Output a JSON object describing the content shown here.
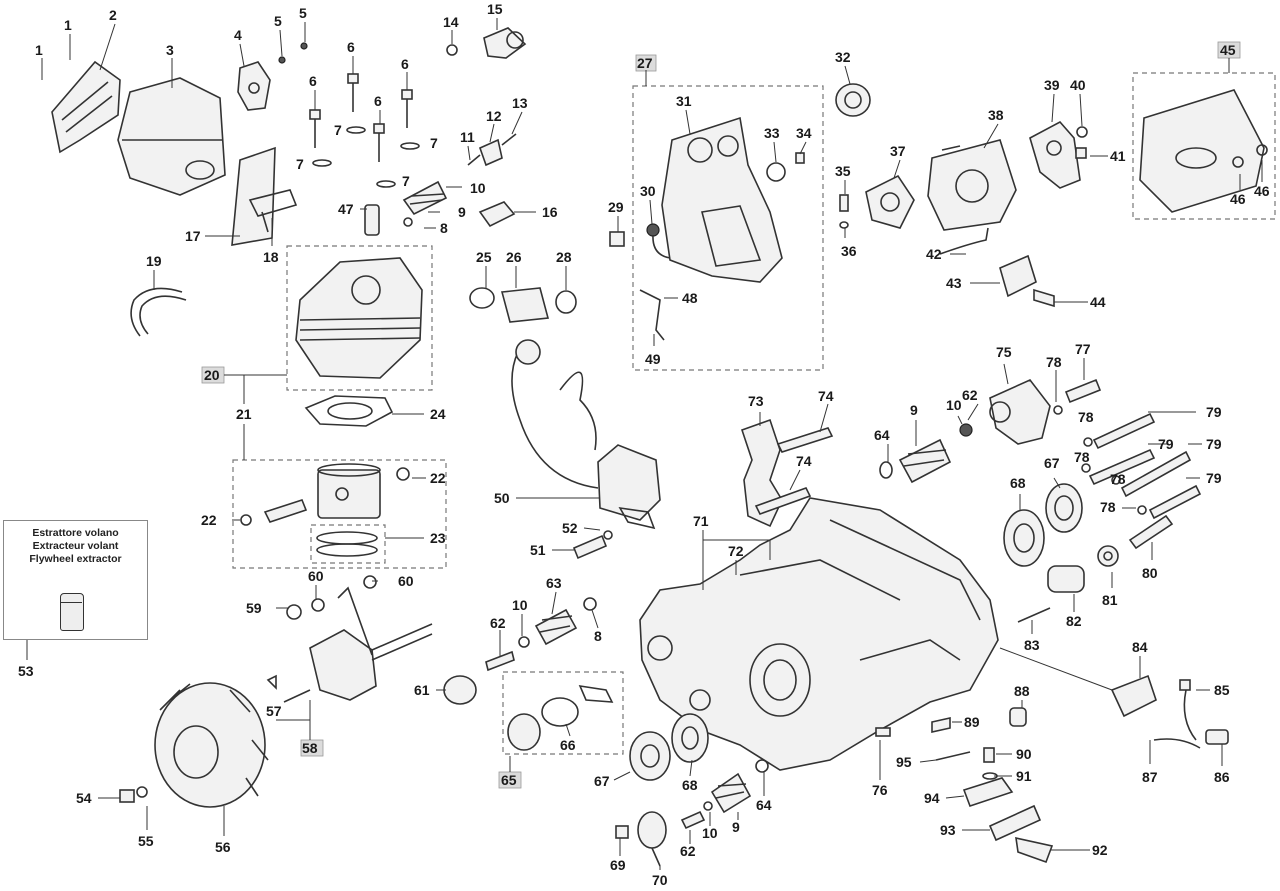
{
  "callouts": [
    {
      "id": "c1",
      "text": "1"
    },
    {
      "id": "c1b",
      "text": "1"
    },
    {
      "id": "c2",
      "text": "2"
    },
    {
      "id": "c3",
      "text": "3"
    },
    {
      "id": "c4",
      "text": "4"
    },
    {
      "id": "c5",
      "text": "5"
    },
    {
      "id": "c5b",
      "text": "5"
    },
    {
      "id": "c6",
      "text": "6"
    },
    {
      "id": "c6b",
      "text": "6"
    },
    {
      "id": "c6c",
      "text": "6"
    },
    {
      "id": "c6d",
      "text": "6"
    },
    {
      "id": "c7",
      "text": "7"
    },
    {
      "id": "c7b",
      "text": "7"
    },
    {
      "id": "c7c",
      "text": "7"
    },
    {
      "id": "c7d",
      "text": "7"
    },
    {
      "id": "c8",
      "text": "8"
    },
    {
      "id": "c8b",
      "text": "8"
    },
    {
      "id": "c9",
      "text": "9"
    },
    {
      "id": "c9b",
      "text": "9"
    },
    {
      "id": "c9c",
      "text": "9"
    },
    {
      "id": "c10",
      "text": "10"
    },
    {
      "id": "c10b",
      "text": "10"
    },
    {
      "id": "c10c",
      "text": "10"
    },
    {
      "id": "c10d",
      "text": "10"
    },
    {
      "id": "c11",
      "text": "11"
    },
    {
      "id": "c12",
      "text": "12"
    },
    {
      "id": "c13",
      "text": "13"
    },
    {
      "id": "c14",
      "text": "14"
    },
    {
      "id": "c15",
      "text": "15"
    },
    {
      "id": "c16",
      "text": "16"
    },
    {
      "id": "c17",
      "text": "17"
    },
    {
      "id": "c18",
      "text": "18"
    },
    {
      "id": "c19",
      "text": "19"
    },
    {
      "id": "c20",
      "text": "20"
    },
    {
      "id": "c21",
      "text": "21"
    },
    {
      "id": "c22",
      "text": "22"
    },
    {
      "id": "c22b",
      "text": "22"
    },
    {
      "id": "c23",
      "text": "23"
    },
    {
      "id": "c24",
      "text": "24"
    },
    {
      "id": "c25",
      "text": "25"
    },
    {
      "id": "c26",
      "text": "26"
    },
    {
      "id": "c27",
      "text": "27"
    },
    {
      "id": "c28",
      "text": "28"
    },
    {
      "id": "c29",
      "text": "29"
    },
    {
      "id": "c30",
      "text": "30"
    },
    {
      "id": "c31",
      "text": "31"
    },
    {
      "id": "c32",
      "text": "32"
    },
    {
      "id": "c33",
      "text": "33"
    },
    {
      "id": "c34",
      "text": "34"
    },
    {
      "id": "c35",
      "text": "35"
    },
    {
      "id": "c36",
      "text": "36"
    },
    {
      "id": "c37",
      "text": "37"
    },
    {
      "id": "c38",
      "text": "38"
    },
    {
      "id": "c39",
      "text": "39"
    },
    {
      "id": "c40",
      "text": "40"
    },
    {
      "id": "c41",
      "text": "41"
    },
    {
      "id": "c42",
      "text": "42"
    },
    {
      "id": "c43",
      "text": "43"
    },
    {
      "id": "c44",
      "text": "44"
    },
    {
      "id": "c45",
      "text": "45"
    },
    {
      "id": "c46",
      "text": "46"
    },
    {
      "id": "c46b",
      "text": "46"
    },
    {
      "id": "c47",
      "text": "47"
    },
    {
      "id": "c48",
      "text": "48"
    },
    {
      "id": "c49",
      "text": "49"
    },
    {
      "id": "c50",
      "text": "50"
    },
    {
      "id": "c51",
      "text": "51"
    },
    {
      "id": "c52",
      "text": "52"
    },
    {
      "id": "c53",
      "text": "53"
    },
    {
      "id": "c54",
      "text": "54"
    },
    {
      "id": "c55",
      "text": "55"
    },
    {
      "id": "c56",
      "text": "56"
    },
    {
      "id": "c57",
      "text": "57"
    },
    {
      "id": "c58",
      "text": "58"
    },
    {
      "id": "c59",
      "text": "59"
    },
    {
      "id": "c60",
      "text": "60"
    },
    {
      "id": "c60b",
      "text": "60"
    },
    {
      "id": "c61",
      "text": "61"
    },
    {
      "id": "c62",
      "text": "62"
    },
    {
      "id": "c62b",
      "text": "62"
    },
    {
      "id": "c62c",
      "text": "62"
    },
    {
      "id": "c63",
      "text": "63"
    },
    {
      "id": "c64",
      "text": "64"
    },
    {
      "id": "c64b",
      "text": "64"
    },
    {
      "id": "c65",
      "text": "65"
    },
    {
      "id": "c66",
      "text": "66"
    },
    {
      "id": "c67",
      "text": "67"
    },
    {
      "id": "c67b",
      "text": "67"
    },
    {
      "id": "c68",
      "text": "68"
    },
    {
      "id": "c68b",
      "text": "68"
    },
    {
      "id": "c69",
      "text": "69"
    },
    {
      "id": "c70",
      "text": "70"
    },
    {
      "id": "c71",
      "text": "71"
    },
    {
      "id": "c72",
      "text": "72"
    },
    {
      "id": "c73",
      "text": "73"
    },
    {
      "id": "c74",
      "text": "74"
    },
    {
      "id": "c74b",
      "text": "74"
    },
    {
      "id": "c75",
      "text": "75"
    },
    {
      "id": "c76",
      "text": "76"
    },
    {
      "id": "c77",
      "text": "77"
    },
    {
      "id": "c78",
      "text": "78"
    },
    {
      "id": "c78b",
      "text": "78"
    },
    {
      "id": "c78c",
      "text": "78"
    },
    {
      "id": "c78d",
      "text": "78"
    },
    {
      "id": "c78e",
      "text": "78"
    },
    {
      "id": "c79",
      "text": "79"
    },
    {
      "id": "c79b",
      "text": "79"
    },
    {
      "id": "c79c",
      "text": "79"
    },
    {
      "id": "c79d",
      "text": "79"
    },
    {
      "id": "c80",
      "text": "80"
    },
    {
      "id": "c81",
      "text": "81"
    },
    {
      "id": "c82",
      "text": "82"
    },
    {
      "id": "c83",
      "text": "83"
    },
    {
      "id": "c84",
      "text": "84"
    },
    {
      "id": "c85",
      "text": "85"
    },
    {
      "id": "c86",
      "text": "86"
    },
    {
      "id": "c87",
      "text": "87"
    },
    {
      "id": "c88",
      "text": "88"
    },
    {
      "id": "c89",
      "text": "89"
    },
    {
      "id": "c90",
      "text": "90"
    },
    {
      "id": "c91",
      "text": "91"
    },
    {
      "id": "c92",
      "text": "92"
    },
    {
      "id": "c93",
      "text": "93"
    },
    {
      "id": "c94",
      "text": "94"
    },
    {
      "id": "c95",
      "text": "95"
    }
  ],
  "extractor": {
    "line_it": "Estrattore volano",
    "line_fr": "Extracteur volant",
    "line_en": "Flywheel extractor"
  }
}
